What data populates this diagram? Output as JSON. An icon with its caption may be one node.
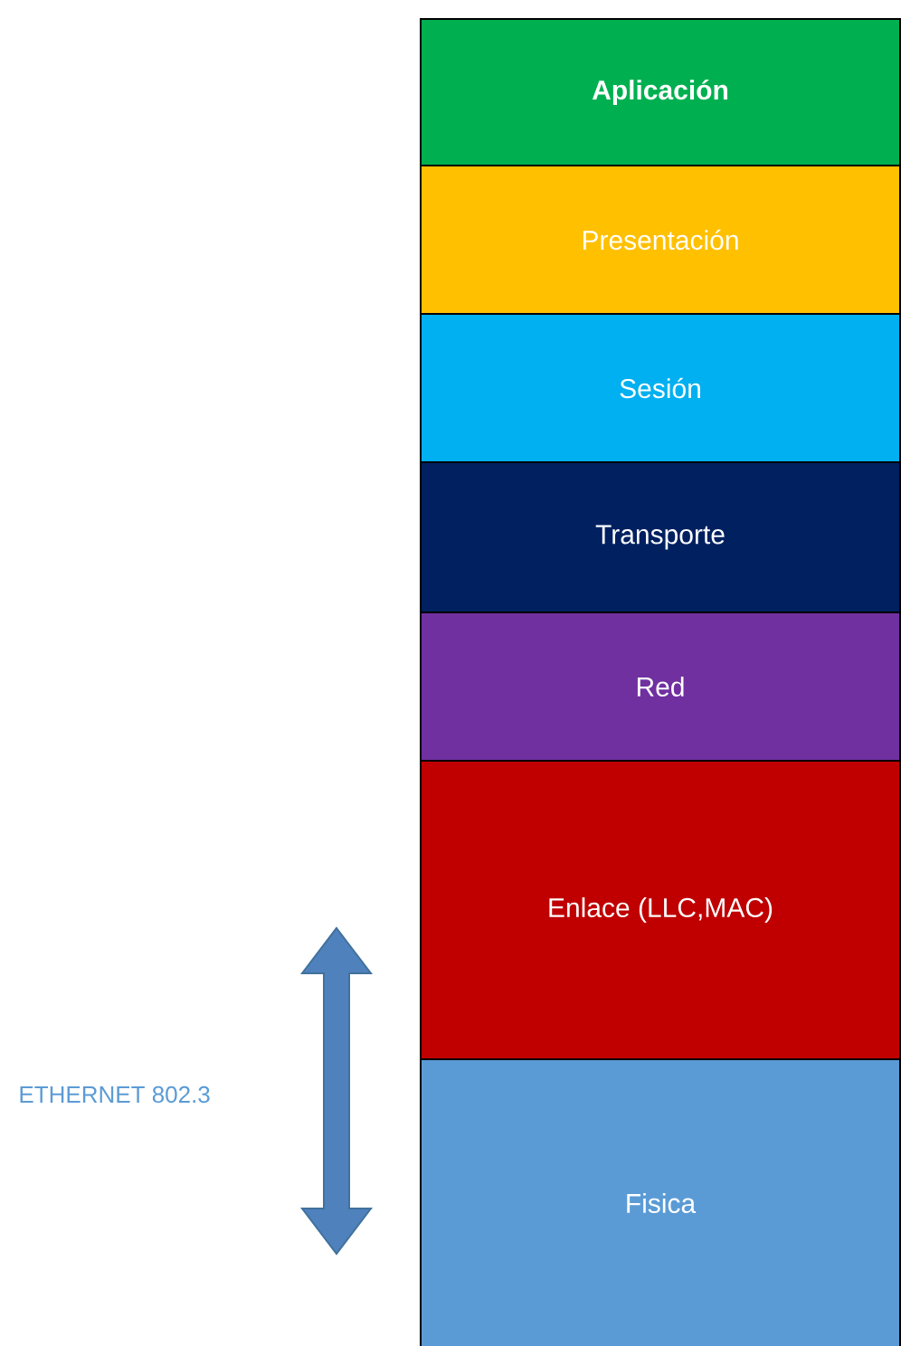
{
  "diagram": {
    "nodes": [
      {
        "text": [
          "Aplicación"
        ]
      },
      {
        "text": [
          "Presentación"
        ]
      },
      {
        "text": [
          "Sesión"
        ]
      },
      {
        "text": [
          "Transporte"
        ]
      },
      {
        "text": [
          "Red"
        ]
      },
      {
        "text": [
          "Enlace (LLC,MAC)"
        ]
      },
      {
        "text": [
          "Fisica"
        ]
      }
    ],
    "edges": [],
    "labels": [
      "ETHERNET 802.3"
    ]
  }
}
